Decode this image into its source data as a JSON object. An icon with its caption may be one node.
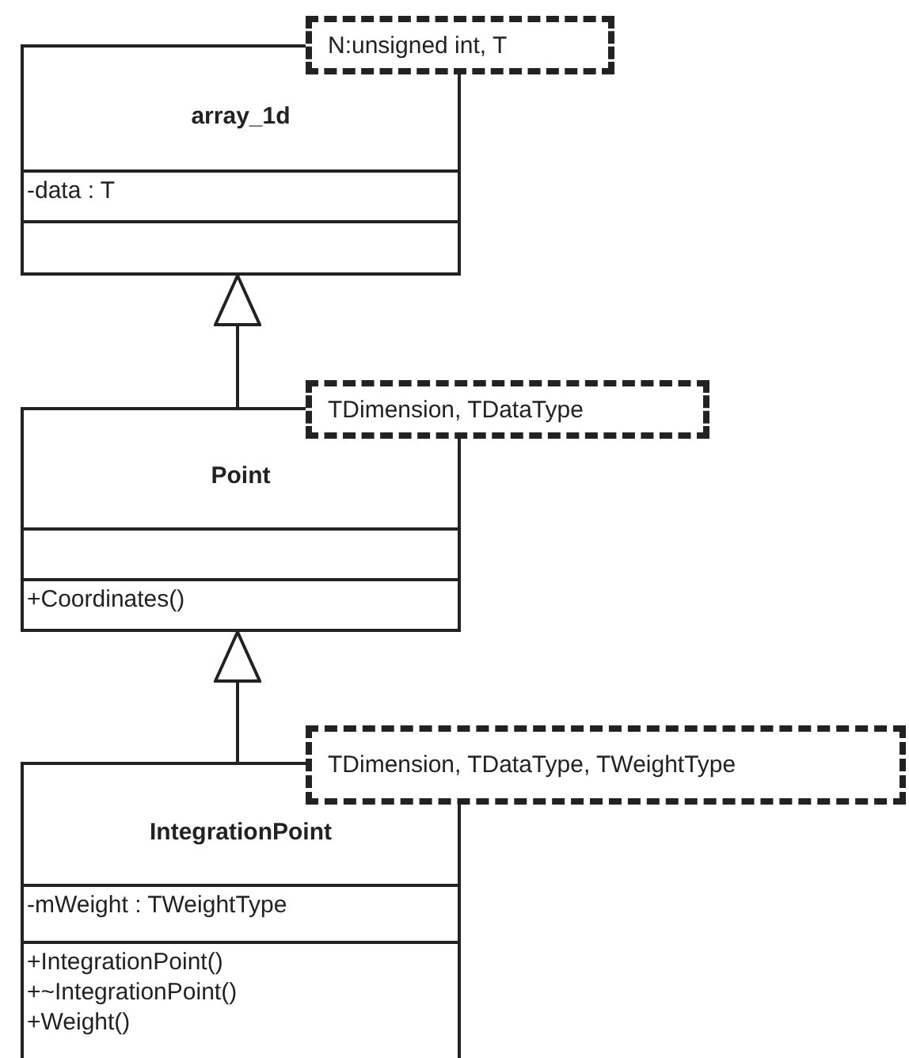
{
  "diagram": {
    "nodes": [
      {
        "text": [
          "array_1d",
          "-data : T"
        ]
      },
      {
        "text": [
          "N:unsigned int, T"
        ]
      },
      {
        "text": [
          "Point",
          "+Coordinates()"
        ]
      },
      {
        "text": [
          "TDimension, TDataType"
        ]
      },
      {
        "text": [
          "IntegrationPoint",
          "-mWeight : TWeightType",
          "+IntegrationPoint()",
          "+~IntegrationPoint()",
          "+Weight()"
        ]
      },
      {
        "text": [
          "TDimension, TDataType, TWeightType"
        ]
      }
    ],
    "edges": [
      {
        "from": 2,
        "to": 0,
        "arrow": "to"
      },
      {
        "from": 4,
        "to": 2,
        "arrow": "to"
      }
    ]
  }
}
